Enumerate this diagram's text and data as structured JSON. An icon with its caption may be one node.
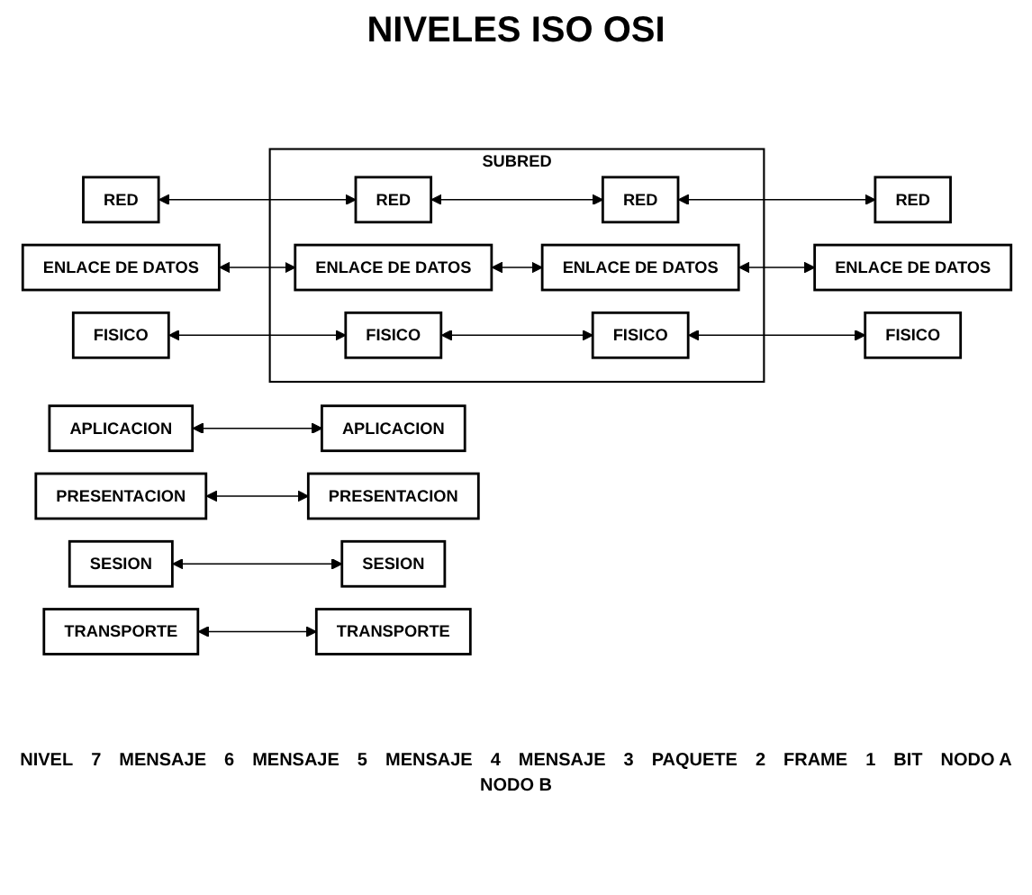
{
  "diagram": {
    "title": "NIVELES ISO OSI",
    "nodes": [
      {
        "text": [
          "APLICACION"
        ]
      },
      {
        "text": [
          "APLICACION"
        ]
      },
      {
        "text": [
          "PRESENTACION"
        ]
      },
      {
        "text": [
          "PRESENTACION"
        ]
      },
      {
        "text": [
          "SESION"
        ]
      },
      {
        "text": [
          "SESION"
        ]
      },
      {
        "text": [
          "TRANSPORTE"
        ]
      },
      {
        "text": [
          "TRANSPORTE"
        ]
      },
      {
        "text": [
          "SUBRED"
        ]
      },
      {
        "text": [
          "RED"
        ]
      },
      {
        "text": [
          "RED"
        ],
        "in": 8
      },
      {
        "text": [
          "RED"
        ],
        "in": 8
      },
      {
        "text": [
          "RED"
        ]
      },
      {
        "text": [
          "ENLACE DE DATOS"
        ]
      },
      {
        "text": [
          "ENLACE DE DATOS"
        ],
        "in": 8
      },
      {
        "text": [
          "ENLACE DE DATOS"
        ],
        "in": 8
      },
      {
        "text": [
          "ENLACE DE DATOS"
        ]
      },
      {
        "text": [
          "FISICO"
        ]
      },
      {
        "text": [
          "FISICO"
        ],
        "in": 8
      },
      {
        "text": [
          "FISICO"
        ],
        "in": 8
      },
      {
        "text": [
          "FISICO"
        ]
      }
    ],
    "edges": [
      {
        "from": 0,
        "to": 1,
        "arrow": "both"
      },
      {
        "from": 2,
        "to": 3,
        "arrow": "both"
      },
      {
        "from": 4,
        "to": 5,
        "arrow": "both"
      },
      {
        "from": 6,
        "to": 7,
        "arrow": "both"
      },
      {
        "from": 9,
        "to": 10,
        "arrow": "both"
      },
      {
        "from": 10,
        "to": 11,
        "arrow": "both"
      },
      {
        "from": 11,
        "to": 12,
        "arrow": "both"
      },
      {
        "from": 13,
        "to": 14,
        "arrow": "both"
      },
      {
        "from": 14,
        "to": 15,
        "arrow": "both"
      },
      {
        "from": 15,
        "to": 16,
        "arrow": "both"
      },
      {
        "from": 17,
        "to": 18,
        "arrow": "both"
      },
      {
        "from": 18,
        "to": 19,
        "arrow": "both"
      },
      {
        "from": 19,
        "to": 20,
        "arrow": "both"
      }
    ],
    "labels": [
      "NIVEL",
      "7",
      "MENSAJE",
      "6",
      "MENSAJE",
      "5",
      "MENSAJE",
      "4",
      "MENSAJE",
      "3",
      "PAQUETE",
      "2",
      "FRAME",
      "1",
      "BIT",
      "NODO A",
      "NODO B"
    ]
  }
}
